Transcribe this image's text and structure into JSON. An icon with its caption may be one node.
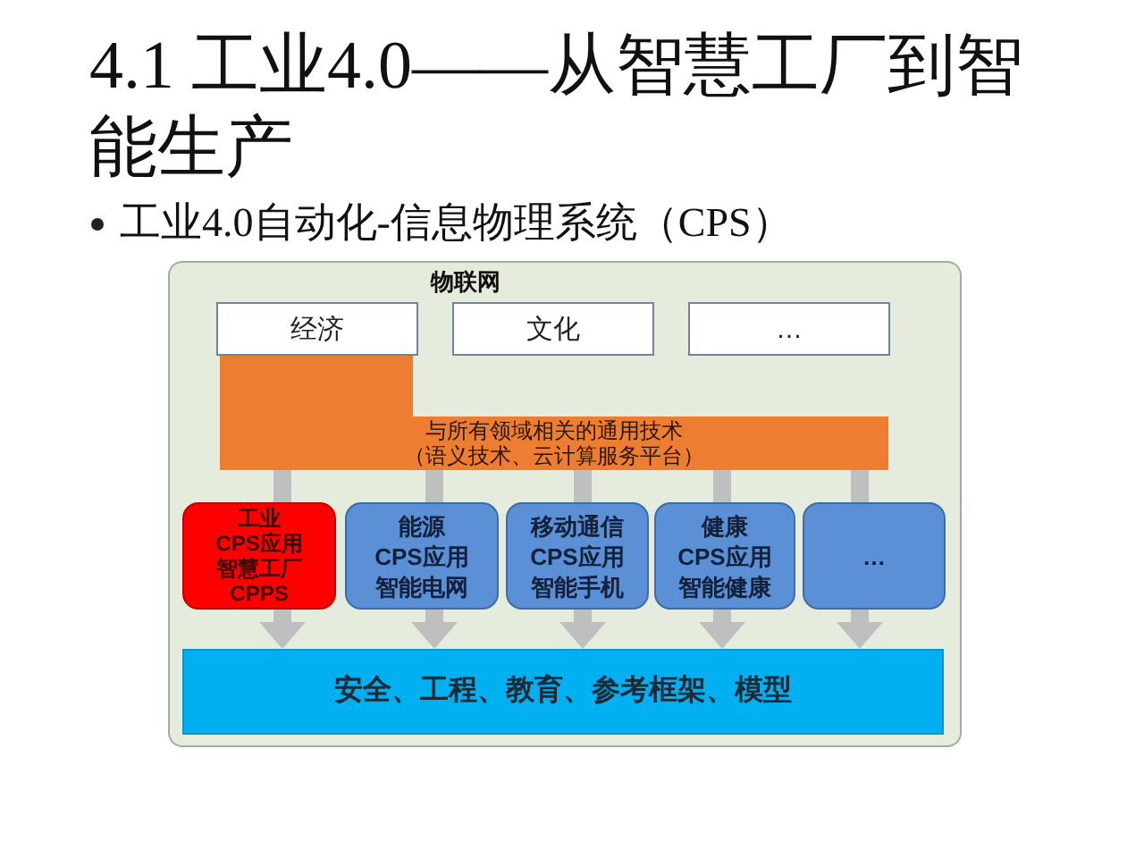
{
  "diagram": {
    "title": "4.1 工业4.0——从智慧工厂到智能生产",
    "nodes": [
      {
        "text": [
          "物联网"
        ]
      },
      {
        "text": [
          "经济"
        ],
        "in": 0
      },
      {
        "text": [
          "文化"
        ],
        "in": 0
      },
      {
        "text": [
          "…"
        ],
        "in": 0
      },
      {
        "text": [
          "与所有领域相关的通用技术",
          "（语义技术、云计算服务平台）"
        ],
        "in": 0
      },
      {
        "text": [
          "工业",
          "CPS应用",
          "智慧工厂",
          "CPPS"
        ],
        "in": 0
      },
      {
        "text": [
          "能源",
          "CPS应用",
          "智能电网"
        ],
        "in": 0
      },
      {
        "text": [
          "移动通信",
          "CPS应用",
          "智能手机"
        ],
        "in": 0
      },
      {
        "text": [
          "健康",
          "CPS应用",
          "智能健康"
        ],
        "in": 0
      },
      {
        "text": [
          "…"
        ],
        "in": 0
      },
      {
        "text": [
          "安全、工程、教育、参考框架、模型"
        ],
        "in": 0
      }
    ],
    "edges": [
      {
        "from": 4,
        "to": 5,
        "arrow": "none"
      },
      {
        "from": 4,
        "to": 6,
        "arrow": "none"
      },
      {
        "from": 4,
        "to": 7,
        "arrow": "none"
      },
      {
        "from": 4,
        "to": 8,
        "arrow": "none"
      },
      {
        "from": 4,
        "to": 9,
        "arrow": "none"
      },
      {
        "from": 5,
        "to": 10,
        "arrow": "to"
      },
      {
        "from": 6,
        "to": 10,
        "arrow": "to"
      },
      {
        "from": 7,
        "to": 10,
        "arrow": "to"
      },
      {
        "from": 8,
        "to": 10,
        "arrow": "to"
      },
      {
        "from": 9,
        "to": 10,
        "arrow": "to"
      }
    ],
    "labels": [
      "工业4.0自动化-信息物理系统（CPS）"
    ]
  }
}
